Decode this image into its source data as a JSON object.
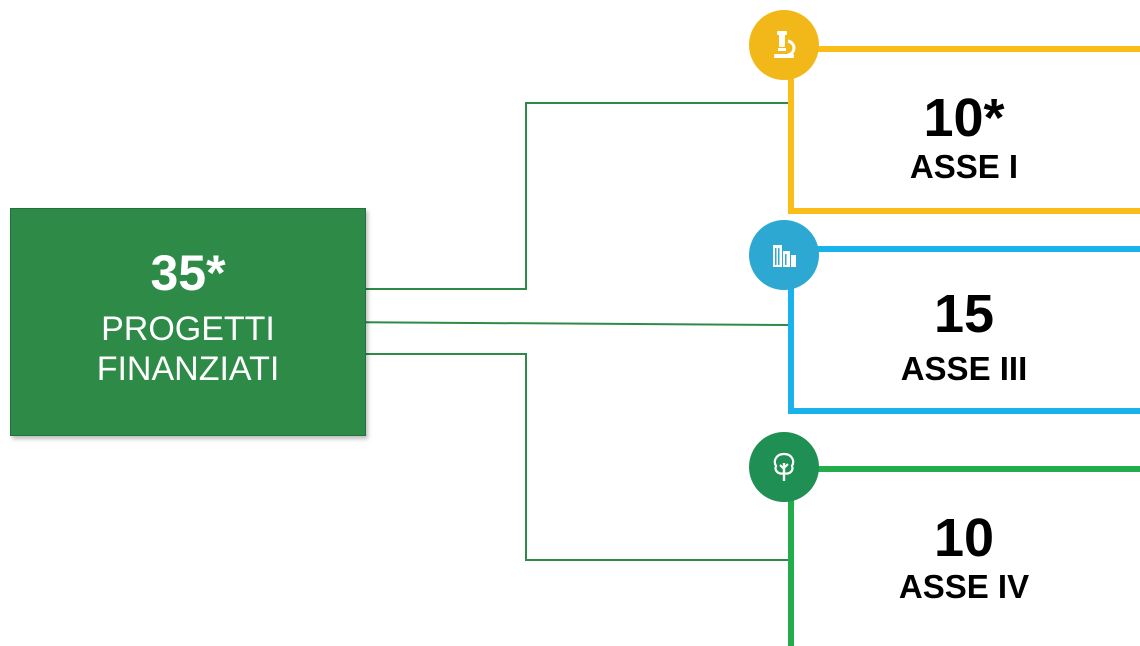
{
  "main": {
    "number": "35*",
    "label_line1": "PROGETTI",
    "label_line2": "FINANZIATI"
  },
  "axes": [
    {
      "number": "10*",
      "label": "ASSE I",
      "color": "#fbbd17",
      "icon": "microscope-icon"
    },
    {
      "number": "15",
      "label": "ASSE III",
      "color": "#1ab2ec",
      "icon": "buildings-icon"
    },
    {
      "number": "10",
      "label": "ASSE IV",
      "color": "#22ac4a",
      "icon": "tree-icon"
    }
  ],
  "colors": {
    "main_box": "#2e8b47",
    "connector": "#2e8b47"
  }
}
